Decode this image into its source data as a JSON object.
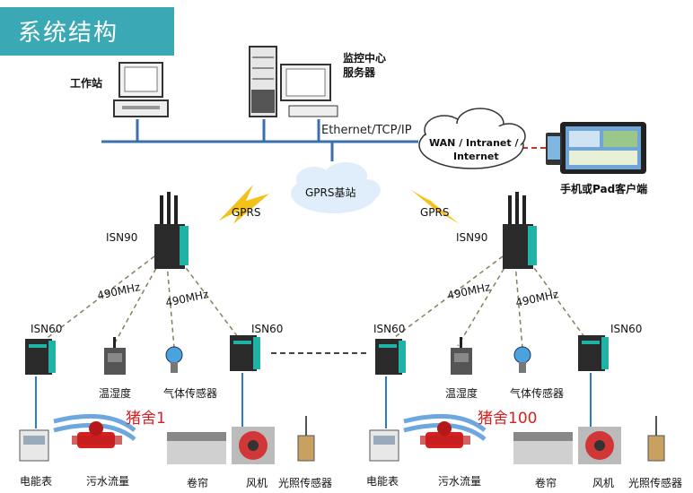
{
  "title": "系统结构",
  "labels": {
    "workstation": "工作站",
    "monitor_center": "监控中心",
    "server": "服务器",
    "ethernet": "Ethernet/TCP/IP",
    "cloud_wan_1": "WAN / Intranet /",
    "cloud_wan_2": "Internet",
    "cloud_gprs": "GPRS基站",
    "mobile_client": "手机或Pad客户端",
    "gprs_left": "GPRS",
    "gprs_right": "GPRS",
    "isn90_left": "ISN90",
    "isn90_right": "ISN90",
    "mhz_l1": "490MHz",
    "mhz_l2": "490MHz",
    "mhz_r1": "490MHz",
    "mhz_r2": "490MHz",
    "isn60_ll": "ISN60",
    "isn60_lr": "ISN60",
    "isn60_rl": "ISN60",
    "isn60_rr": "ISN60",
    "humidity_l": "温湿度",
    "gas_l": "气体传感器",
    "humidity_r": "温湿度",
    "gas_r": "气体传感器",
    "pigsty_1": "猪舍1",
    "pigsty_100": "猪舍100",
    "meter_l": "电能表",
    "flow_l": "污水流量",
    "curtain_l": "卷帘",
    "fan_l": "风机",
    "light_l": "光照传感器",
    "meter_r": "电能表",
    "flow_r": "污水流量",
    "curtain_r": "卷帘",
    "fan_r": "风机",
    "light_r": "光照传感器"
  },
  "colors": {
    "title_bg": "#3aa9b5",
    "network_line": "#3a6fb0",
    "device_teal": "#1fb3a6",
    "gprs_bolt": "#f2c21a",
    "pigsty_label": "#d62020"
  }
}
